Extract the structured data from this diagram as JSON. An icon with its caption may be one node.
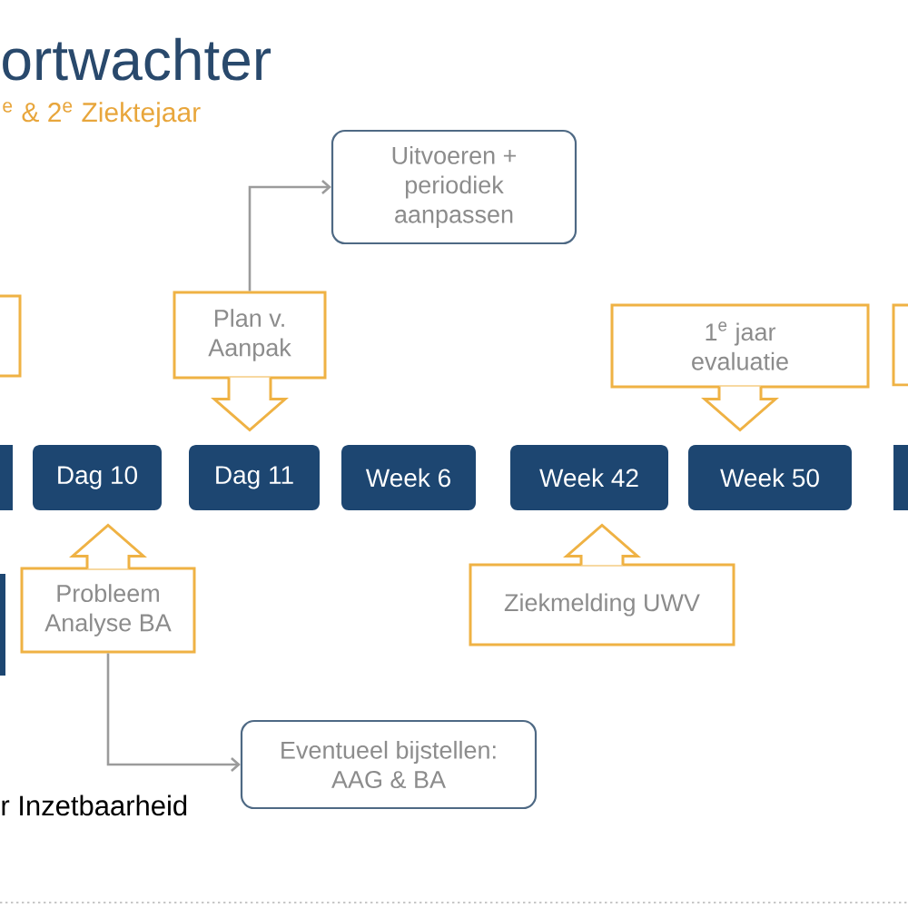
{
  "diagram": {
    "title": "ortwachter",
    "nodes": [
      {
        "text": [
          "Uitvoeren + periodiek aanpassen"
        ]
      },
      {
        "text": [],
        "shape": "box"
      },
      {
        "text": [
          "Plan v. Aanpak"
        ]
      },
      {
        "text": [
          "1$^{e}$ jaar evaluatie"
        ]
      },
      {
        "text": [],
        "shape": "box"
      },
      {
        "text": [],
        "shape": "box"
      },
      {
        "text": [
          "Dag 10"
        ]
      },
      {
        "text": [
          "Dag 11"
        ]
      },
      {
        "text": [
          "Week 6"
        ]
      },
      {
        "text": [
          "Week 42"
        ]
      },
      {
        "text": [
          "Week 50"
        ]
      },
      {
        "text": [],
        "shape": "box"
      },
      {
        "text": [],
        "shape": "box"
      },
      {
        "text": [
          "Probleem Analyse BA"
        ]
      },
      {
        "text": [
          "Ziekmelding UWV"
        ]
      },
      {
        "text": [
          "Eventueel bijstellen: AAG & BA"
        ]
      }
    ],
    "edges": [
      {
        "from": 2,
        "to": 0,
        "arrow": "to",
        "color": "#9b9b9b"
      },
      {
        "from": 2,
        "to": 7,
        "arrow": "to",
        "style": "thick"
      },
      {
        "from": 3,
        "to": 10,
        "arrow": "to",
        "style": "thick"
      },
      {
        "from": 13,
        "to": 6,
        "arrow": "to",
        "style": "thick"
      },
      {
        "from": 14,
        "to": 9,
        "arrow": "to",
        "style": "thick"
      },
      {
        "from": 13,
        "to": 15,
        "arrow": "to",
        "color": "#9b9b9b"
      }
    ],
    "labels": [
      "$^{e}$ & 2$^{e}$ Ziektejaar",
      "r Inzetbaarheid"
    ]
  }
}
